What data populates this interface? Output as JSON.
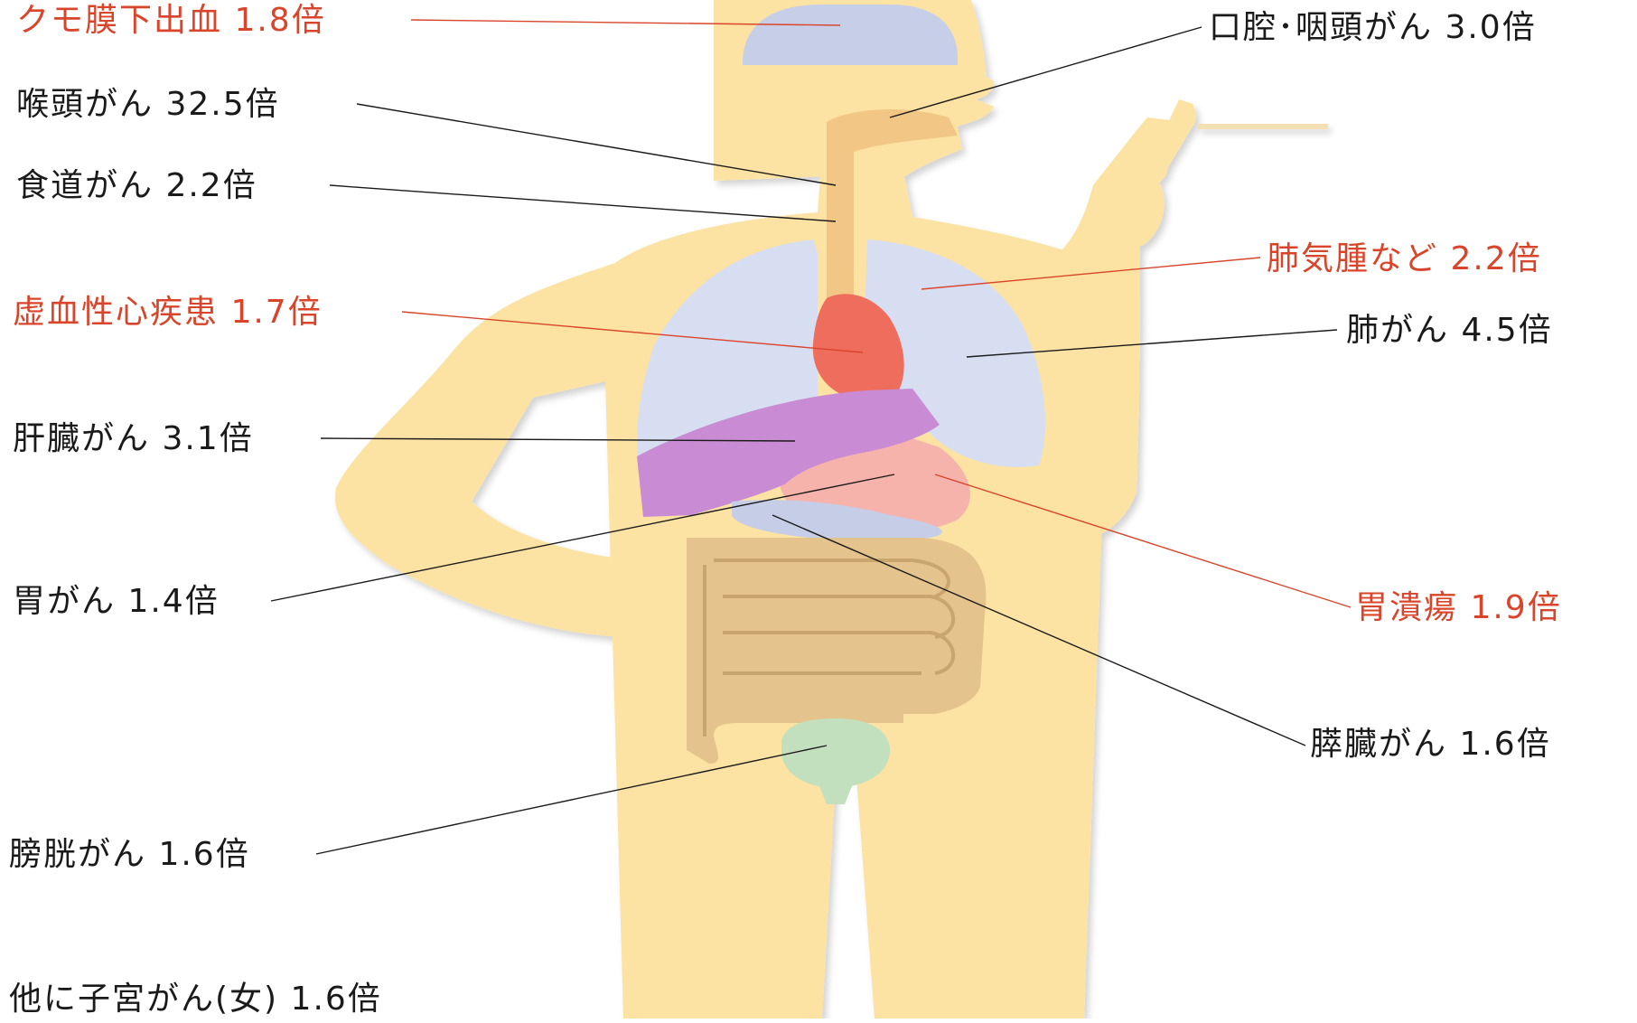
{
  "colors": {
    "body": "#fce3a3",
    "highlight_text": "#d9452b",
    "normal_text": "#1a1a1a",
    "brain": "#c7cfe8",
    "throat": "#f2c685",
    "lung": "#d7def1",
    "heart": "#ee6d5c",
    "liver": "#c98bd3",
    "stomach": "#f6b3ab",
    "pancreas": "#c6cde6",
    "intestine": "#e4c38d",
    "bladder": "#c2e0bd"
  },
  "labels": {
    "subarachnoid": "クモ膜下出血 1.8倍",
    "oral_pharyngeal": "口腔･咽頭がん 3.0倍",
    "larynx": "喉頭がん 32.5倍",
    "esophagus": "食道がん 2.2倍",
    "emphysema": "肺気腫など 2.2倍",
    "ischemic_heart": "虚血性心疾患 1.7倍",
    "lung_cancer": "肺がん 4.5倍",
    "liver_cancer": "肝臓がん 3.1倍",
    "stomach_cancer": "胃がん 1.4倍",
    "gastric_ulcer": "胃潰瘍 1.9倍",
    "pancreas_cancer": "膵臓がん 1.6倍",
    "bladder_cancer": "膀胱がん 1.6倍",
    "uterine_cancer": "他に子宮がん(女) 1.6倍"
  }
}
